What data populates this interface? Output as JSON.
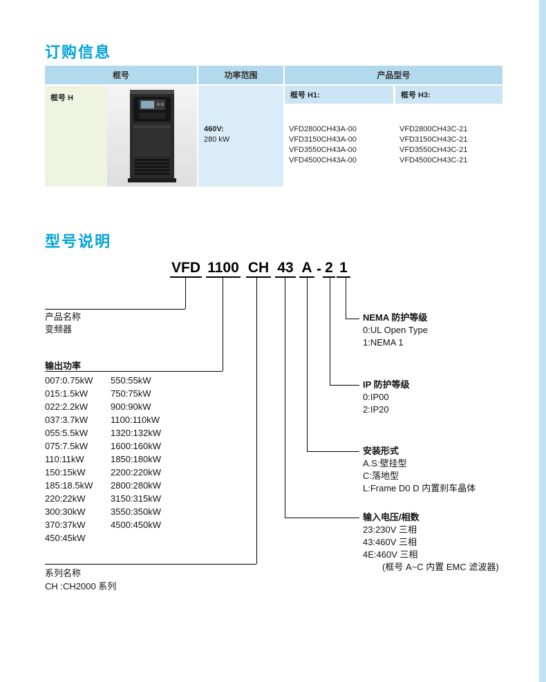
{
  "sections": {
    "ordering_title": "订购信息",
    "model_title": "型号说明"
  },
  "order_table": {
    "col_headers": {
      "frame": "框号",
      "power_range": "功率范围",
      "product_model": "产品型号"
    },
    "frame_label": "框号 H",
    "voltage_label": "460V:",
    "power_label": "280 kW",
    "sub_header_h1": "框号 H1:",
    "sub_header_h3": "框号 H3:",
    "models_h1": [
      "VFD2800CH43A-00",
      "VFD3150CH43A-00",
      "VFD3550CH43A-00",
      "VFD4500CH43A-00"
    ],
    "models_h3": [
      "VFD2800CH43C-21",
      "VFD3150CH43C-21",
      "VFD3550CH43C-21",
      "VFD4500CH43C-21"
    ]
  },
  "model_code": {
    "product": "VFD",
    "power": "1100",
    "series": "CH",
    "voltage": "43",
    "mounting": "A",
    "dash": "-",
    "ip": "2",
    "nema": "1"
  },
  "legend": {
    "product_name": {
      "title": "产品名称",
      "desc": "变频器"
    },
    "output_power": {
      "title": "输出功率",
      "col1": [
        "007:0.75kW",
        "015:1.5kW",
        "022:2.2kW",
        "037:3.7kW",
        "055:5.5kW",
        "075:7.5kW",
        "110:11kW",
        "150:15kW",
        "185:18.5kW",
        "220:22kW",
        "300:30kW",
        "370:37kW",
        "450:45kW"
      ],
      "col2": [
        "550:55kW",
        "750:75kW",
        "900:90kW",
        "1100:110kW",
        "1320:132kW",
        "1600:160kW",
        "1850:180kW",
        "2200:220kW",
        "2800:280kW",
        "3150:315kW",
        "3550:350kW",
        "4500:450kW"
      ]
    },
    "series_name": {
      "title": "系列名称",
      "desc": "CH :CH2000 系列"
    },
    "nema": {
      "title": "NEMA 防护等级",
      "options": [
        "0:UL Open Type",
        "1:NEMA 1"
      ]
    },
    "ip": {
      "title": "IP 防护等级",
      "options": [
        "0:IP00",
        "2:IP20"
      ]
    },
    "mounting": {
      "title": "安装形式",
      "options": [
        "A.S:壁挂型",
        "C:落地型",
        "L:Frame D0 D 内置刹车晶体"
      ]
    },
    "input_voltage": {
      "title": "输入电压/相数",
      "options": [
        "23:230V 三相",
        "43:460V 三相",
        "4E:460V 三相"
      ],
      "note": "(框号 A~C 内置 EMC 滤波器)"
    }
  },
  "colors": {
    "accent_cyan": "#00a3d8",
    "header_blue": "#b3d9ec",
    "subheader_blue": "#cbe5f4",
    "power_cell_blue": "#d9ecf8",
    "frame_cell_green": "#eef4e0",
    "edge_strip_blue": "#bfe3f3"
  }
}
